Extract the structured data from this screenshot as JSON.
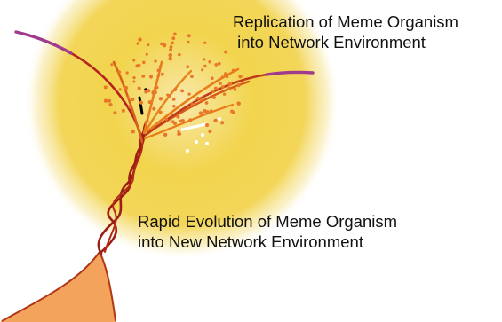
{
  "captions": {
    "top": {
      "line1": "Replication of Meme Organism",
      "line2": " into Network Environment"
    },
    "bottom": {
      "line1": "Rapid Evolution of Meme Organism",
      "line2": "into New Network Environment"
    }
  },
  "colors": {
    "glow_center": "#f7e7a8",
    "glow_mid": "#f1d24a",
    "glow_edge": "#ffffff",
    "mound_fill": "#f3a35c",
    "mound_outline": "#b03818",
    "strand_dark": "#9c1e16",
    "strand_orange": "#e87c18",
    "strand_magenta": "#a03a8c",
    "spore_orange": "#e9772a",
    "spore_white": "#ffffff",
    "spore_black": "#000000"
  }
}
